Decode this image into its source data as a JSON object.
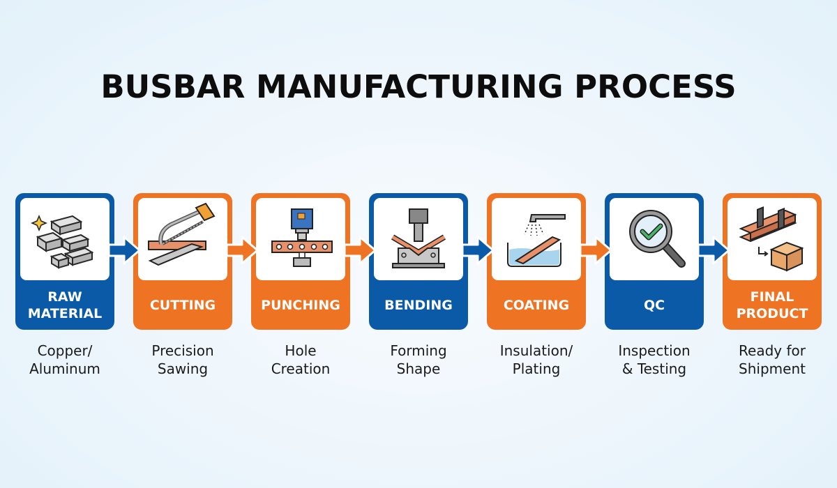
{
  "title": "BUSBAR MANUFACTURING PROCESS",
  "colors": {
    "blue": "#0b5aa8",
    "orange": "#ee7322",
    "background": "#eaf4fb",
    "title": "#0d0d0d"
  },
  "steps": [
    {
      "label_line1": "RAW",
      "label_line2": "MATERIAL",
      "desc_line1": "Copper/",
      "desc_line2": "Aluminum",
      "color": "blue",
      "icon": "metal-ingots-icon"
    },
    {
      "label_line1": "CUTTING",
      "label_line2": "",
      "desc_line1": "Precision",
      "desc_line2": "Sawing",
      "color": "orange",
      "icon": "hacksaw-icon"
    },
    {
      "label_line1": "PUNCHING",
      "label_line2": "",
      "desc_line1": "Hole",
      "desc_line2": "Creation",
      "color": "orange",
      "icon": "punch-press-icon"
    },
    {
      "label_line1": "BENDING",
      "label_line2": "",
      "desc_line1": "Forming",
      "desc_line2": "Shape",
      "color": "blue",
      "icon": "bending-press-icon"
    },
    {
      "label_line1": "COATING",
      "label_line2": "",
      "desc_line1": "Insulation/",
      "desc_line2": "Plating",
      "color": "orange",
      "icon": "coating-bath-icon"
    },
    {
      "label_line1": "QC",
      "label_line2": "",
      "desc_line1": "Inspection",
      "desc_line2": "& Testing",
      "color": "blue",
      "icon": "magnifier-check-icon"
    },
    {
      "label_line1": "FINAL",
      "label_line2": "PRODUCT",
      "desc_line1": "Ready for",
      "desc_line2": "Shipment",
      "color": "orange",
      "icon": "busbar-box-icon"
    }
  ],
  "arrows": [
    {
      "from": 1,
      "to": 2,
      "color": "blue"
    },
    {
      "from": 2,
      "to": 3,
      "color": "orange"
    },
    {
      "from": 3,
      "to": 4,
      "color": "orange"
    },
    {
      "from": 4,
      "to": 5,
      "color": "blue"
    },
    {
      "from": 5,
      "to": 6,
      "color": "orange"
    },
    {
      "from": 6,
      "to": 7,
      "color": "blue"
    }
  ]
}
